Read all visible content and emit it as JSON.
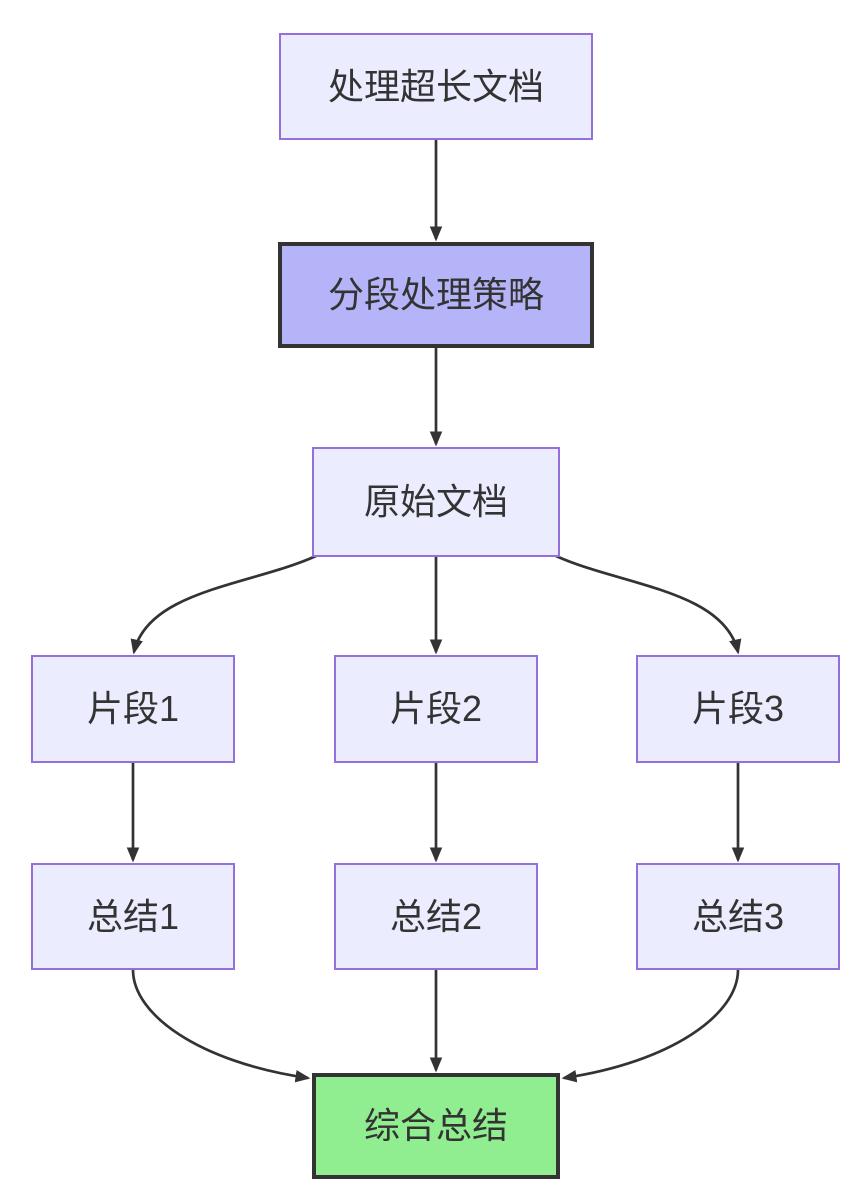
{
  "diagram_type": "flowchart",
  "direction": "top-down",
  "nodes": [
    {
      "label": "处理超长文档",
      "style": "default"
    },
    {
      "label": "分段处理策略",
      "style": "emphasis"
    },
    {
      "label": "原始文档",
      "style": "default"
    },
    {
      "label": "片段1",
      "style": "default"
    },
    {
      "label": "片段2",
      "style": "default"
    },
    {
      "label": "片段3",
      "style": "default"
    },
    {
      "label": "总结1",
      "style": "default"
    },
    {
      "label": "总结2",
      "style": "default"
    },
    {
      "label": "总结3",
      "style": "default"
    },
    {
      "label": "综合总结",
      "style": "result"
    }
  ],
  "edges": [
    {
      "from": "处理超长文档",
      "to": "分段处理策略"
    },
    {
      "from": "分段处理策略",
      "to": "原始文档"
    },
    {
      "from": "原始文档",
      "to": "片段1"
    },
    {
      "from": "原始文档",
      "to": "片段2"
    },
    {
      "from": "原始文档",
      "to": "片段3"
    },
    {
      "from": "片段1",
      "to": "总结1"
    },
    {
      "from": "片段2",
      "to": "总结2"
    },
    {
      "from": "片段3",
      "to": "总结3"
    },
    {
      "from": "总结1",
      "to": "综合总结"
    },
    {
      "from": "总结2",
      "to": "综合总结"
    },
    {
      "from": "总结3",
      "to": "综合总结"
    }
  ],
  "colors": {
    "background": "#FFFFFF",
    "node_fill": "#ECECFF",
    "node_border": "#9370DB",
    "emphasis_fill": "#B6B4F8",
    "emphasis_border": "#333333",
    "result_fill": "#90EE90",
    "result_border": "#333333",
    "edge_color": "#333333",
    "text_color": "#333333"
  }
}
